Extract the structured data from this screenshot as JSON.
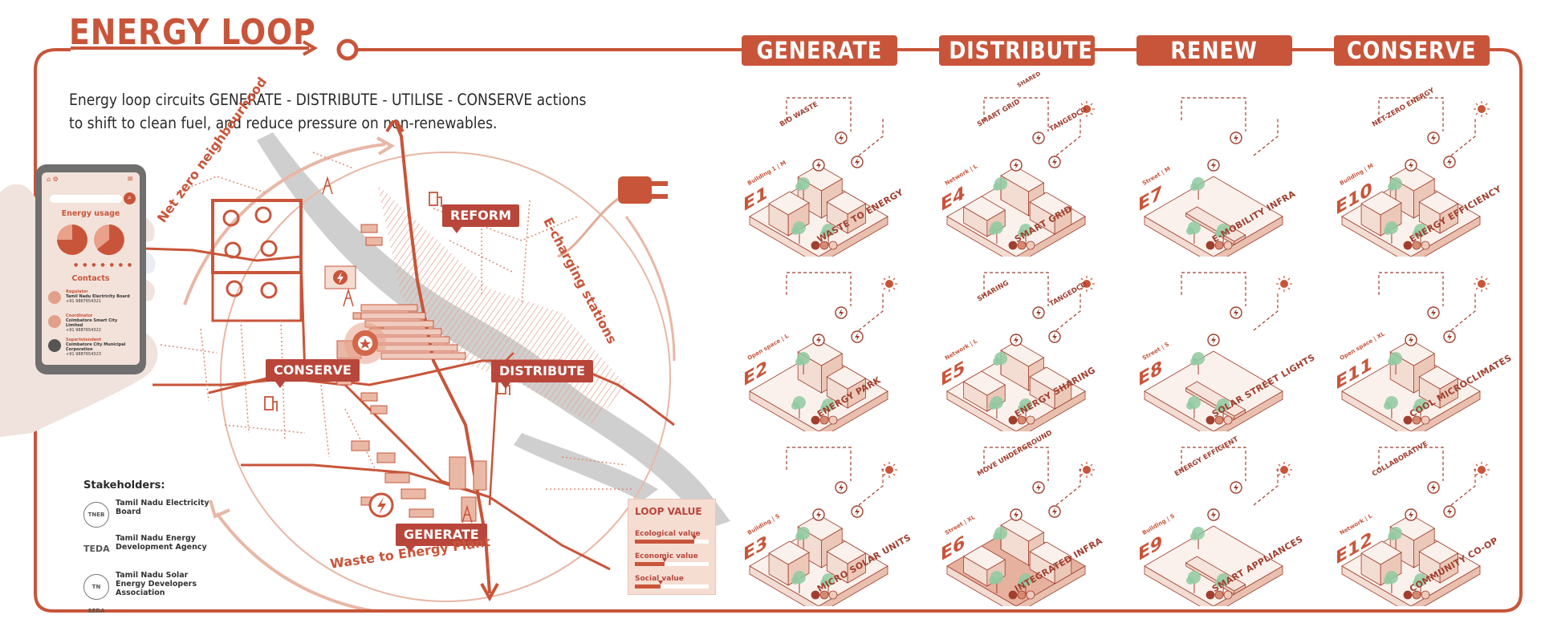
{
  "title": "ENERGY LOOP",
  "intro": {
    "line1": "Energy loop circuits  GENERATE - DISTRIBUTE - UTILISE - CONSERVE actions",
    "line2": "to shift to clean fuel, and reduce pressure on non-renewables."
  },
  "columns": [
    "GENERATE",
    "DISTRIBUTE",
    "RENEW",
    "CONSERVE"
  ],
  "map": {
    "tags": {
      "reform": "REFORM",
      "conserve": "CONSERVE",
      "distribute": "DISTRIBUTE",
      "generate": "GENERATE"
    },
    "arcs": {
      "net_zero": "Net zero neighbourhood",
      "e_charging": "E-charging stations",
      "waste_energy": "Waste to Energy Plant"
    }
  },
  "phone": {
    "energy_usage": "Energy usage",
    "contacts": "Contacts",
    "contact_list": [
      {
        "role": "Regulator",
        "name": "Tamil Nadu Electricity Board",
        "phone": "+91 9887654321"
      },
      {
        "role": "Coordinator",
        "name": "Coimbatore Smart City Limited",
        "phone": "+91 9887654322"
      },
      {
        "role": "Superintendent",
        "name": "Coimbatore City Municipal Corporation",
        "phone": "+91 9887654323"
      }
    ]
  },
  "stakeholders": {
    "title": "Stakeholders:",
    "items": [
      {
        "logo": "TNEB",
        "name": "Tamil Nadu Electricity Board"
      },
      {
        "logo": "TEDA",
        "name": "Tamil Nadu Energy Development Agency"
      },
      {
        "logo": "TN SEDA",
        "name": "Tamil Nadu Solar Energy Developers Association"
      }
    ]
  },
  "loop_value": {
    "title": "LOOP VALUE",
    "rows": [
      {
        "label": "Ecological value",
        "level": 0.8
      },
      {
        "label": "Economic value",
        "level": 0.4
      },
      {
        "label": "Social value",
        "level": 0.35
      }
    ]
  },
  "cells": [
    {
      "code": "E1",
      "sub": "Building 1 | M",
      "label": "WASTE TO ENERGY",
      "ann": "BIO WASTE"
    },
    {
      "code": "E4",
      "sub": "Network | L",
      "label": "SMART GRID",
      "ann": "SMART GRID",
      "ann2": "TANGEDCO",
      "ann3": "SHARED"
    },
    {
      "code": "E7",
      "sub": "Street | M",
      "label": "E-MOBILITY INFRA",
      "ann": ""
    },
    {
      "code": "E10",
      "sub": "Building | M",
      "label": "ENERGY EFFICIENCY",
      "ann": "NET-ZERO ENERGY"
    },
    {
      "code": "E2",
      "sub": "Open space | L",
      "label": "ENERGY PARK",
      "ann": ""
    },
    {
      "code": "E5",
      "sub": "Network | L",
      "label": "ENERGY SHARING",
      "ann": "SHARING",
      "ann2": "TANGEDCO"
    },
    {
      "code": "E8",
      "sub": "Street | S",
      "label": "SOLAR STREET LIGHTS",
      "ann": ""
    },
    {
      "code": "E11",
      "sub": "Open space | XL",
      "label": "COOL MICROCLIMATES",
      "ann": ""
    },
    {
      "code": "E3",
      "sub": "Building | S",
      "label": "MICRO SOLAR UNITS",
      "ann": ""
    },
    {
      "code": "E6",
      "sub": "Street | XL",
      "label": "INTEGRATED INFRA",
      "ann": "MOVE UNDERGROUND"
    },
    {
      "code": "E9",
      "sub": "Building | S",
      "label": "SMART APPLIANCES",
      "ann": "ENERGY EFFICIENT"
    },
    {
      "code": "E12",
      "sub": "Network | L",
      "label": "COMMUNITY CO-OP",
      "ann": "COLLABORATIVE"
    }
  ],
  "colors": {
    "accent": "#c8553a",
    "dark": "#a03f2e",
    "tint": "#f3dcd2",
    "green": "#8fcaa0",
    "river": "#c9c9c9"
  }
}
